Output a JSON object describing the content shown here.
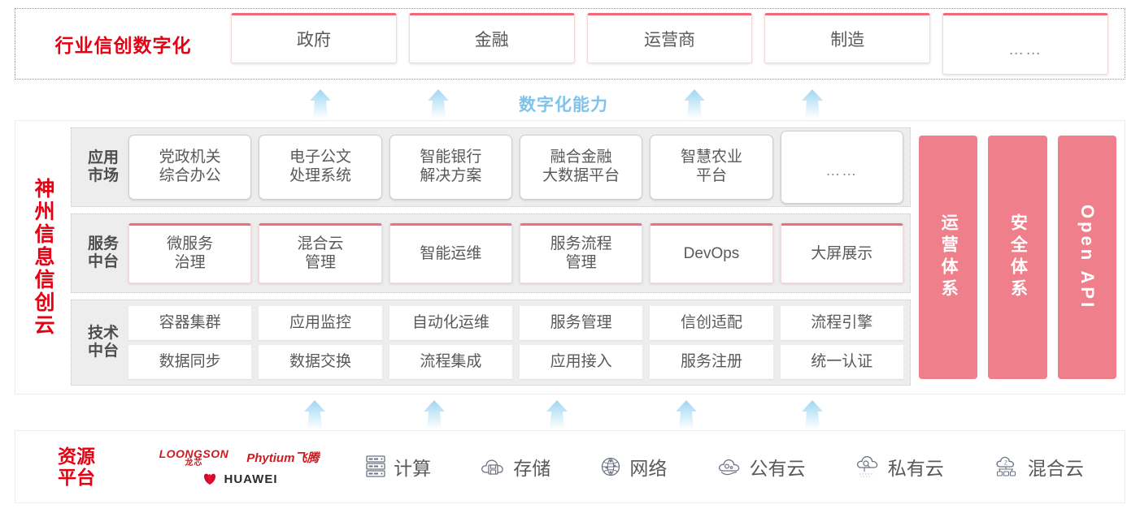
{
  "industry": {
    "title": "行业信创数字化",
    "cards": [
      "政府",
      "金融",
      "运营商",
      "制造",
      "……"
    ]
  },
  "capability_band": {
    "label": "数字化能力",
    "arrow_count": 4,
    "arrow_color": "#bfe3f7"
  },
  "cloud": {
    "title": "神州信息信创云",
    "rows": [
      {
        "label": "应用\n市场",
        "label_line1": "应用",
        "label_line2": "市场",
        "style": "app",
        "cards": [
          {
            "line1": "党政机关",
            "line2": "综合办公"
          },
          {
            "line1": "电子公文",
            "line2": "处理系统"
          },
          {
            "line1": "智能银行",
            "line2": "解决方案"
          },
          {
            "line1": "融合金融",
            "line2": "大数据平台"
          },
          {
            "line1": "智慧农业",
            "line2": "平台"
          },
          {
            "line1": "……",
            "line2": ""
          }
        ]
      },
      {
        "label_line1": "服务",
        "label_line2": "中台",
        "style": "svc",
        "cards": [
          {
            "line1": "微服务",
            "line2": "治理"
          },
          {
            "line1": "混合云",
            "line2": "管理"
          },
          {
            "line1": "智能运维",
            "line2": ""
          },
          {
            "line1": "服务流程",
            "line2": "管理"
          },
          {
            "line1": "DevOps",
            "line2": ""
          },
          {
            "line1": "大屏展示",
            "line2": ""
          }
        ]
      },
      {
        "label_line1": "技术",
        "label_line2": "中台",
        "style": "tech",
        "row_top": [
          "容器集群",
          "应用监控",
          "自动化运维",
          "服务管理",
          "信创适配",
          "流程引擎"
        ],
        "row_bottom": [
          "数据同步",
          "数据交换",
          "流程集成",
          "应用接入",
          "服务注册",
          "统一认证"
        ]
      }
    ],
    "pillars": [
      {
        "text": "运营体系",
        "orientation": "upright"
      },
      {
        "text": "安全体系",
        "orientation": "upright"
      },
      {
        "text": "Open API",
        "orientation": "sideways"
      }
    ],
    "pillar_color": "#ef7f8a"
  },
  "resource_band": {
    "arrow_count": 5
  },
  "resource": {
    "title_line1": "资源",
    "title_line2": "平台",
    "logos": {
      "loongson_en": "LOONGSON",
      "loongson_cn": "龙芯",
      "phytium": "Phytium飞腾",
      "huawei": "HUAWEI"
    },
    "items": [
      {
        "icon": "server-icon",
        "label": "计算"
      },
      {
        "icon": "cloud-storage-icon",
        "label": "存储"
      },
      {
        "icon": "network-icon",
        "label": "网络"
      },
      {
        "icon": "public-cloud-icon",
        "label": "公有云"
      },
      {
        "icon": "private-cloud-icon",
        "label": "私有云"
      },
      {
        "icon": "hybrid-cloud-icon",
        "label": "混合云"
      }
    ]
  },
  "colors": {
    "brand_red": "#e60012",
    "pillar_pink": "#ef7f8a",
    "card_accent": "#ee6e7c",
    "arrow_blue": "#bfe3f7",
    "panel_gray": "#ededed"
  }
}
